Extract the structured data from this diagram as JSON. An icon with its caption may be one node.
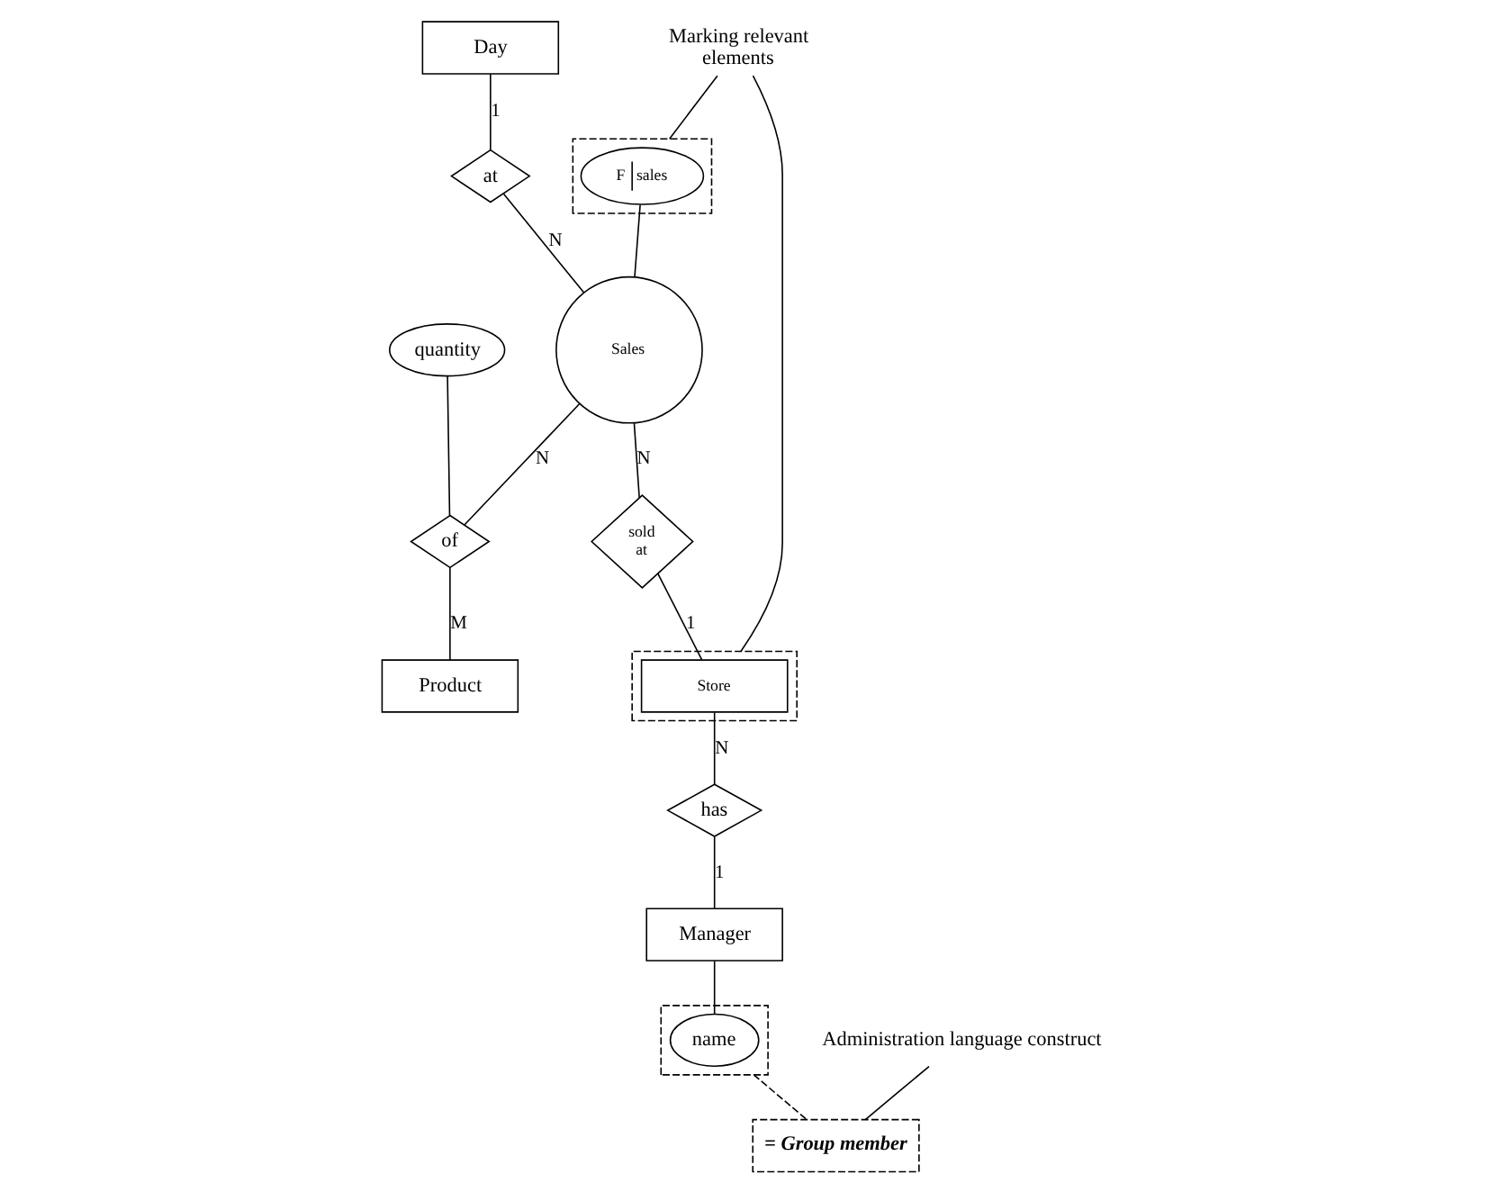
{
  "diagram": {
    "nodes": [
      {
        "text": [
          "Day"
        ]
      },
      {
        "text": [
          "at"
        ]
      },
      {
        "text": [
          "Sales"
        ]
      },
      {
        "text": [
          "quantity"
        ]
      },
      {
        "text": [
          "of"
        ]
      },
      {
        "text": [
          "Product"
        ]
      },
      {
        "text": [],
        "shape": "box"
      },
      {
        "text": [
          "F",
          "sales"
        ],
        "in": 6
      },
      {
        "text": [
          "Marking relevant elements"
        ]
      },
      {
        "text": [
          "sold at"
        ]
      },
      {
        "text": [],
        "shape": "box"
      },
      {
        "text": [
          "Store"
        ],
        "in": 10
      },
      {
        "text": [
          "has"
        ]
      },
      {
        "text": [
          "Manager"
        ]
      },
      {
        "text": [],
        "shape": "box"
      },
      {
        "text": [
          "name"
        ],
        "in": 14
      },
      {
        "text": [
          "= Group member"
        ]
      },
      {
        "text": [
          "Administration language construct"
        ]
      }
    ],
    "edges": [
      {
        "from": 0,
        "to": 1,
        "arrow": "none",
        "label": "1"
      },
      {
        "from": 1,
        "to": 2,
        "arrow": "none",
        "label": "N"
      },
      {
        "from": 7,
        "to": 2,
        "arrow": "none"
      },
      {
        "from": 3,
        "to": 4,
        "arrow": "none"
      },
      {
        "from": 2,
        "to": 4,
        "arrow": "none",
        "label": "N"
      },
      {
        "from": 4,
        "to": 5,
        "arrow": "none",
        "label": "M"
      },
      {
        "from": 8,
        "to": 6,
        "arrow": "none"
      },
      {
        "from": 2,
        "to": 9,
        "arrow": "none",
        "label": "N"
      },
      {
        "from": 8,
        "to": 10,
        "arrow": "none"
      },
      {
        "from": 9,
        "to": 11,
        "arrow": "none",
        "label": "1"
      },
      {
        "from": 11,
        "to": 12,
        "arrow": "none",
        "label": "N"
      },
      {
        "from": 12,
        "to": 13,
        "arrow": "none",
        "label": "1"
      },
      {
        "from": 13,
        "to": 15,
        "arrow": "none"
      },
      {
        "from": 14,
        "to": 16,
        "arrow": "none",
        "style": "dashed"
      },
      {
        "from": 17,
        "to": 16,
        "arrow": "none"
      }
    ]
  }
}
